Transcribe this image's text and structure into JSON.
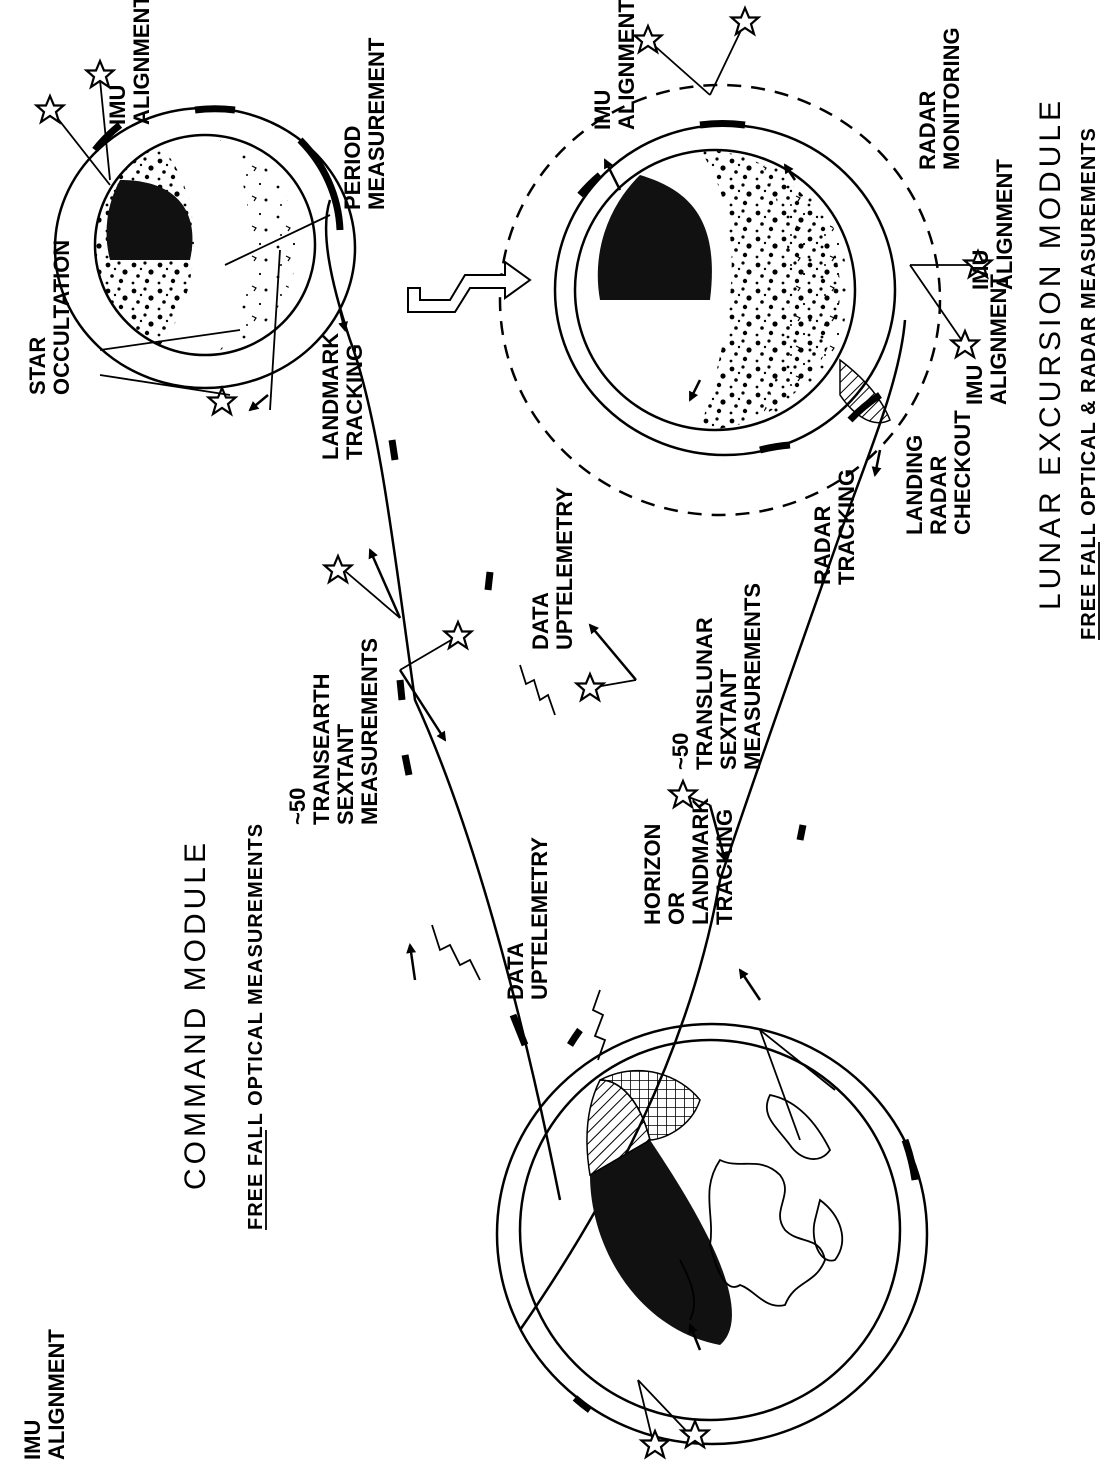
{
  "titles": {
    "command_module": "COMMAND MODULE",
    "command_module_sub": "FREE FALL OPTICAL MEASUREMENTS",
    "lem": "LUNAR EXCURSION MODULE",
    "lem_sub": "FREE FALL OPTICAL & RADAR MEASUREMENTS"
  },
  "labels": {
    "imu_alignment_earth": [
      "IMU",
      "ALIGNMENT"
    ],
    "data_uptelemetry_earth": [
      "DATA",
      "UPTELEMETRY"
    ],
    "horizon_tracking": [
      "HORIZON",
      "OR",
      "LANDMARK",
      "TRACKING"
    ],
    "transearth": [
      "~50",
      "TRANSEARTH",
      "SEXTANT",
      "MEASUREMENTS"
    ],
    "translunar": [
      "~50",
      "TRANSLUNAR",
      "SEXTANT",
      "MEASUREMENTS"
    ],
    "data_uptelemetry_mid": [
      "DATA",
      "UPTELEMETRY"
    ],
    "star_occultation": [
      "STAR",
      "OCCULTATION"
    ],
    "landmark_tracking": [
      "LANDMARK",
      "TRACKING"
    ],
    "imu_alignment_cm_moon": [
      "IMU",
      "ALIGNMENT"
    ],
    "period_measurement": [
      "PERIOD",
      "MEASUREMENT"
    ],
    "imu_alignment_lem_top": [
      "IMU",
      "ALIGNMENT"
    ],
    "radar_monitoring": [
      "RADAR",
      "MONITORING"
    ],
    "imu_alignment_lem_a": [
      "IMU",
      "ALIGNMENT"
    ],
    "imu_alignment_lem_b": [
      "IMU",
      "ALIGNMENT"
    ],
    "landing_radar_checkout": [
      "LANDING",
      "RADAR",
      "CHECKOUT"
    ],
    "radar_tracking": [
      "RADAR",
      "TRACKING"
    ]
  },
  "icons": [
    "star-icon",
    "arrow-icon",
    "telemetry-zigzag-icon"
  ]
}
